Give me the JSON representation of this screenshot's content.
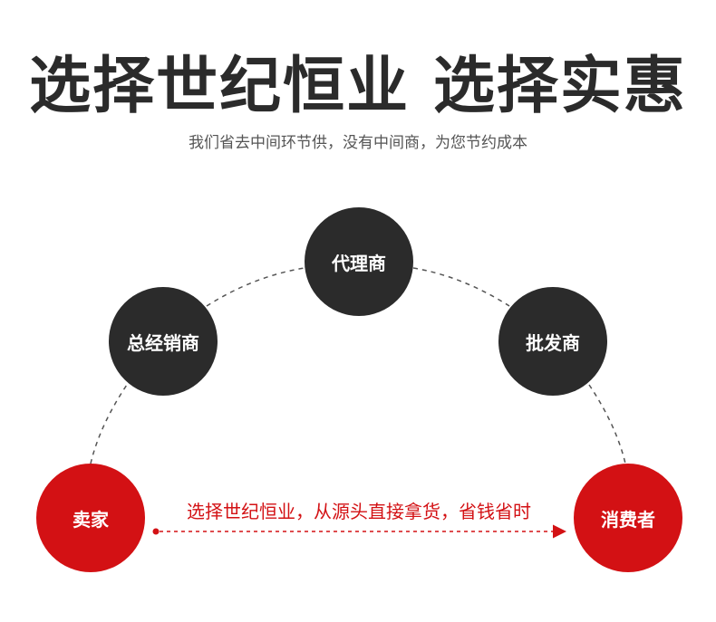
{
  "header": {
    "title": "选择世纪恒业  选择实惠",
    "subtitle": "我们省去中间环节供，没有中间商，为您节约成本"
  },
  "nodes": {
    "agent": "代理商",
    "distributor": "总经销商",
    "wholesaler": "批发商",
    "seller": "卖家",
    "consumer": "消费者"
  },
  "direct_route": {
    "caption": "选择世纪恒业，从源头直接拿货，省钱省时"
  },
  "colors": {
    "dark_node": "#2b2b2b",
    "red_node": "#d31114",
    "title": "#2b2b2b",
    "subtitle": "#555555",
    "dashed_line": "#555555"
  }
}
